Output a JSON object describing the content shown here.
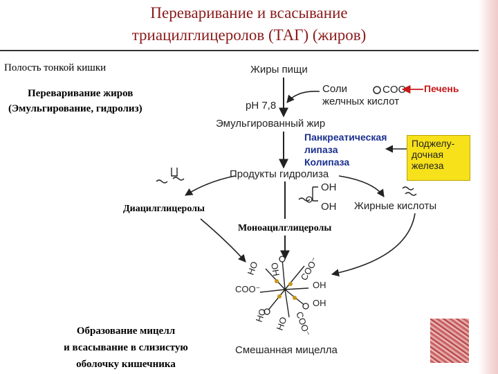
{
  "title": {
    "line1": "Переваривание и всасывание",
    "line2": "триацилглицеролов (ТАГ) (жиров)"
  },
  "left": {
    "cavity": "Полость тонкой кишки",
    "digestion_line1": "Переваривание жиров",
    "digestion_line2": "(Эмульгирование, гидролиз)",
    "diacyl": "Диацилглицеролы",
    "monoacyl": "Моноацилглицеролы",
    "micelle_line1": "Образование мицелл",
    "micelle_line2": "и всасывание в слизистую",
    "micelle_line3": "оболочку кишечника"
  },
  "diagram": {
    "food_fats": "Жиры пищи",
    "ph": "pH 7,8",
    "bile_line1": "Соли",
    "bile_line2": "желчных кислот",
    "bile_group": "COO⁻",
    "liver": "Печень",
    "emulsified": "Эмульгированный жир",
    "lipase_line1": "Панкреатическая",
    "lipase_line2": "липаза",
    "colipase": "Колипаза",
    "gland_line1": "Поджелу-",
    "gland_line2": "дочная",
    "gland_line3": "железа",
    "products": "Продукты гидролиза",
    "oh": "OH",
    "fatty_acids": "Жирные кислоты",
    "mixed_micelle": "Смешанная мицелла",
    "micelle_groups": {
      "ho": "HO",
      "oh": "OH",
      "coo": "COO⁻"
    }
  },
  "colors": {
    "title": "#8a1a1a",
    "enzyme": "#1a2f8f",
    "liver": "#c81818",
    "gland": "#f7e11a"
  }
}
